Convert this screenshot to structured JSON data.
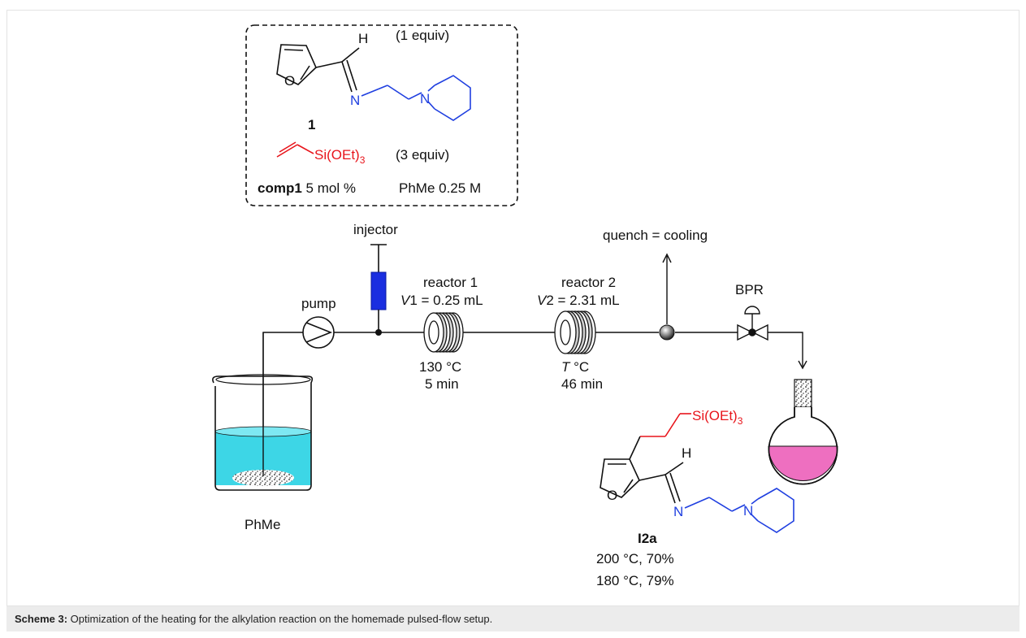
{
  "reagents_box": {
    "equiv_1": "(1 equiv)",
    "compound_1_label": "1",
    "furan_o": "O",
    "imine_h": "H",
    "imine_n": "N",
    "pip_n": "N",
    "silane": "Si(OEt)",
    "silane_sub": "3",
    "equiv_3": "(3 equiv)",
    "catalyst_name": "comp1",
    "catalyst_loading": " 5 mol %",
    "solvent": "PhMe 0.25 M"
  },
  "flow": {
    "injector_label": "injector",
    "pump_label": "pump",
    "reactor1_name": "reactor 1",
    "reactor1_volume_var": "V",
    "reactor1_volume": "1 = 0.25 mL",
    "reactor1_temp": "130 °C",
    "reactor1_time": "5 min",
    "reactor2_name": "reactor 2",
    "reactor2_volume_var": "V",
    "reactor2_volume": "2 = 2.31 mL",
    "reactor2_temp_var": "T",
    "reactor2_temp": " °C",
    "reactor2_time": "46 min",
    "quench_label": "quench = cooling",
    "bpr_label": "BPR",
    "solvent_label": "PhMe"
  },
  "product": {
    "silane": "Si(OEt)",
    "silane_sub": "3",
    "furan_o": "O",
    "imine_h": "H",
    "imine_n": "N",
    "pip_n": "N",
    "name": "I2a",
    "result_1": "200 °C, 70%",
    "result_2": "180 °C, 79%"
  },
  "caption": {
    "label": "Scheme 3:",
    "text": " Optimization of the heating for the alkylation reaction on the homemade pulsed-flow setup."
  },
  "colors": {
    "amine_blue": "#1f3fe0",
    "silane_red": "#e8141b",
    "injector_blue": "#1a2ee0",
    "solvent_cyan": "#3dd6e6",
    "flask_pink": "#ee6fc0"
  }
}
